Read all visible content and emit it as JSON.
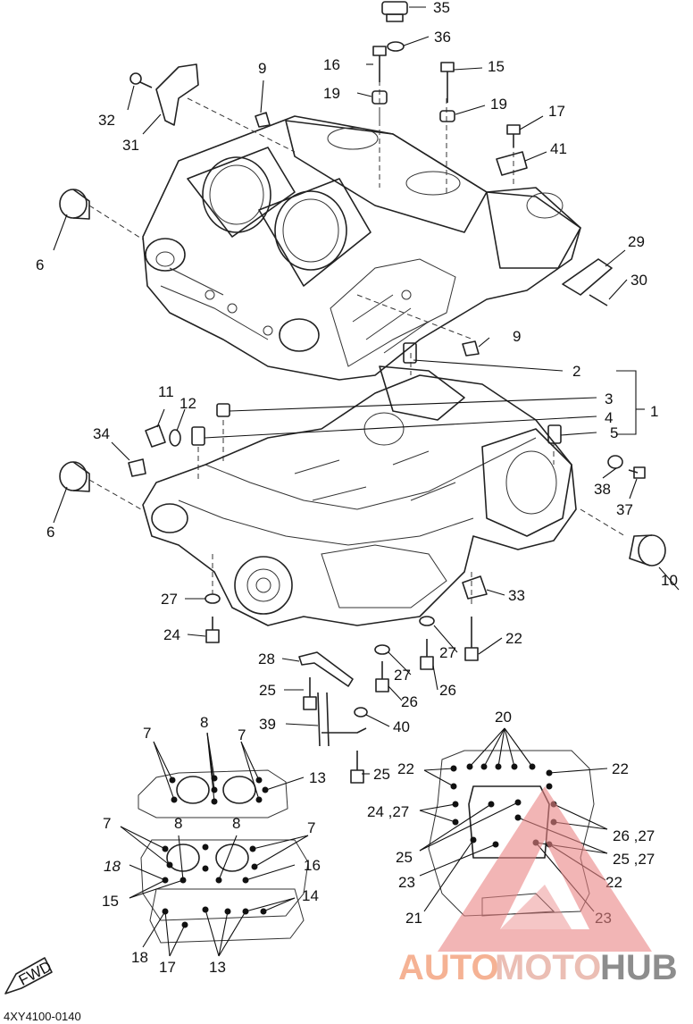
{
  "diagram": {
    "code": "4XY4100-0140",
    "fwd_label": "FWD",
    "callouts": {
      "c1": "1",
      "c2": "2",
      "c3": "3",
      "c4": "4",
      "c5": "5",
      "c6a": "6",
      "c6b": "6",
      "c9a": "9",
      "c9b": "9",
      "c10": "10",
      "c11": "11",
      "c12": "12",
      "c15": "15",
      "c16": "16",
      "c17": "17",
      "c19a": "19",
      "c19b": "19",
      "c22a": "22",
      "c24": "24",
      "c25a": "25",
      "c25b": "25",
      "c26a": "26",
      "c26b": "26",
      "c27a": "27",
      "c27b": "27",
      "c27c": "27",
      "c28": "28",
      "c29": "29",
      "c30": "30",
      "c31": "31",
      "c32": "32",
      "c33": "33",
      "c34": "34",
      "c35": "35",
      "c36": "36",
      "c37": "37",
      "c38": "38",
      "c39": "39",
      "c40": "40",
      "c41": "41"
    },
    "inset_left": {
      "l7a": "7",
      "l7b": "7",
      "l7c": "7",
      "l7d": "7",
      "l8a": "8",
      "l8b": "8",
      "l8c": "8",
      "l13": "13",
      "l14": "14",
      "l15": "15",
      "l16": "16",
      "l17": "17",
      "l18a": "18",
      "l18b": "18",
      "l13b": "13"
    },
    "inset_right": {
      "r20": "20",
      "r22a": "22",
      "r22b": "22",
      "r22c": "22",
      "r24_27": "24 ,27",
      "r26_27": "26 ,27",
      "r25_27": "25 ,27",
      "r25": "25",
      "r23a": "23",
      "r23b": "23",
      "r21": "21"
    }
  },
  "watermark": {
    "part1": "AUTO",
    "part2": "MOTO",
    "part3": "HUB",
    "triangle_color": "#e98585"
  }
}
